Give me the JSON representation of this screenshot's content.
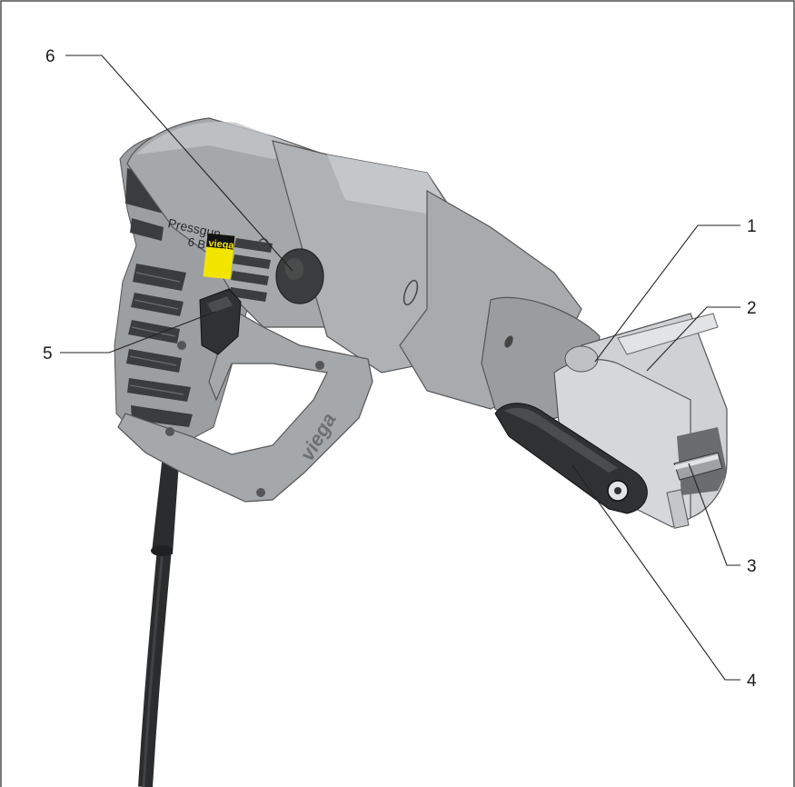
{
  "product": {
    "model_line1": "Pressgun",
    "model_line2": "6 B",
    "brand": "viega",
    "handle_brand": "viega"
  },
  "callouts": [
    {
      "id": "1",
      "label": "1"
    },
    {
      "id": "2",
      "label": "2"
    },
    {
      "id": "3",
      "label": "3"
    },
    {
      "id": "4",
      "label": "4"
    },
    {
      "id": "5",
      "label": "5"
    },
    {
      "id": "6",
      "label": "6"
    }
  ],
  "colors": {
    "housing": "#a4a8ab",
    "housing_shadow": "#868a8d",
    "housing_light": "#c3c6c8",
    "jaw": "#d5d8da",
    "dark_parts": "#2f3133",
    "cable": "#2b2c2d",
    "brand_yellow": "#f2e600",
    "brand_black": "#111111",
    "frame": "#333333"
  }
}
